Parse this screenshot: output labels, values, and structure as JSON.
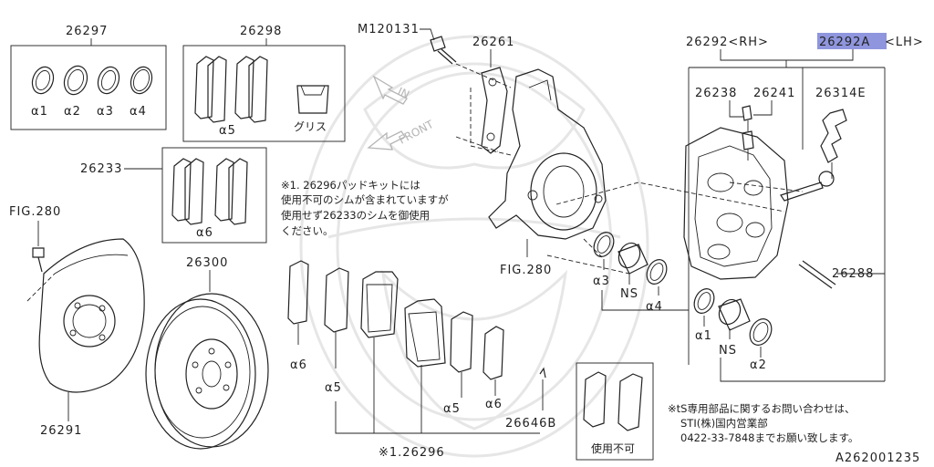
{
  "labels": {
    "p26297": "26297",
    "p26298": "26298",
    "p26233": "26233",
    "fig280_left": "FIG.280",
    "p26291": "26291",
    "p26300": "26300",
    "m120131": "M120131",
    "p26261": "26261",
    "fig280_mid": "FIG.280",
    "p26292rh": "26292<RH>",
    "p26292a": "26292A",
    "lh": "<LH>",
    "p26238": "26238",
    "p26241": "26241",
    "p26314e": "26314E",
    "p26288": "26288",
    "p26646b": "26646B",
    "p26296": "※1.26296",
    "grease": "グリス",
    "unusable": "使用不可",
    "code": "A262001235"
  },
  "seals": {
    "a1": "α1",
    "a2": "α2",
    "a3": "α3",
    "a4": "α4",
    "a5": "α5",
    "a6": "α6",
    "a3r": "α3",
    "a4r": "α4",
    "a1r": "α1",
    "a2r": "α2",
    "ns1": "NS",
    "ns2": "NS",
    "a6b": "α6",
    "a5b": "α5",
    "a5c": "α5",
    "a6c": "α6"
  },
  "arrows": {
    "in": "IN",
    "front": "FRONT"
  },
  "notes": {
    "n1_l1": "※1. 26296パッドキットには",
    "n1_l2": "使用不可のシムが含まれていますが",
    "n1_l3": "使用せず26233のシムを御使用",
    "n1_l4": "ください。",
    "n2_l1": "※tS専用部品に関するお問い合わせは、",
    "n2_l2": "STI(株)国内営業部",
    "n2_l3": "0422-33-7848までお願い致します。"
  }
}
